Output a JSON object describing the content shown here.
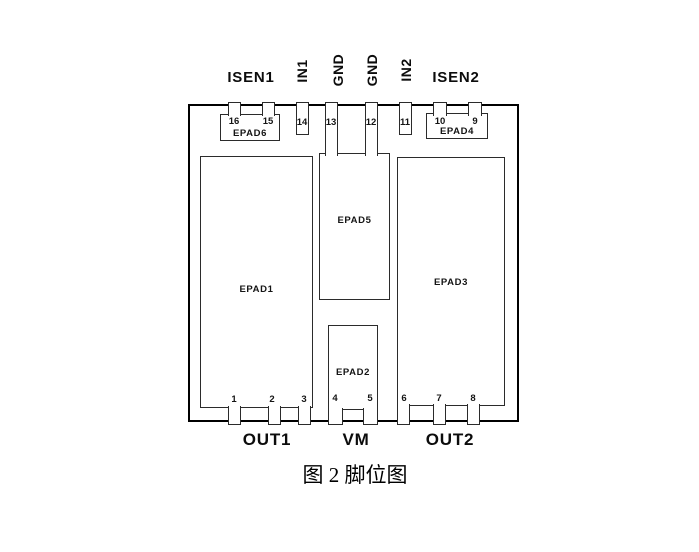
{
  "diagram": {
    "caption": "图 2 脚位图",
    "top_labels": {
      "isen1": "ISEN1",
      "in1": "IN1",
      "gnd1": "GND",
      "gnd2": "GND",
      "in2": "IN2",
      "isen2": "ISEN2"
    },
    "bottom_labels": {
      "out1": "OUT1",
      "vm": "VM",
      "out2": "OUT2"
    },
    "pads": {
      "epad1": "EPAD1",
      "epad2": "EPAD2",
      "epad3": "EPAD3",
      "epad4": "EPAD4",
      "epad5": "EPAD5",
      "epad6": "EPAD6"
    },
    "pin_numbers": {
      "p1": "1",
      "p2": "2",
      "p3": "3",
      "p4": "4",
      "p5": "5",
      "p6": "6",
      "p7": "7",
      "p8": "8",
      "p9": "9",
      "p10": "10",
      "p11": "11",
      "p12": "12",
      "p13": "13",
      "p14": "14",
      "p15": "15",
      "p16": "16"
    },
    "colors": {
      "outline": "#000000",
      "pad_line": "#2b2b2b",
      "text": "#111111",
      "background": "#ffffff"
    }
  }
}
